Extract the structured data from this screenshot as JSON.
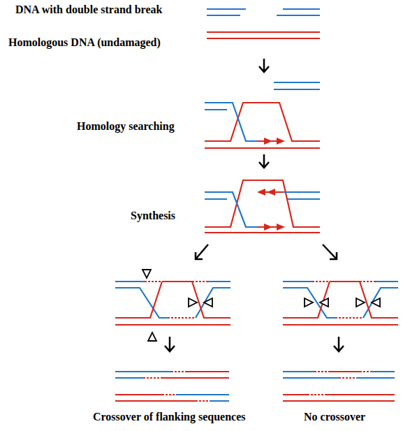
{
  "diagram": {
    "labels": [
      "DNA with double strand break",
      "Homologous DNA (undamaged)",
      "Homology searching",
      "Synthesis",
      "Crossover of flanking sequences",
      "No crossover"
    ]
  }
}
